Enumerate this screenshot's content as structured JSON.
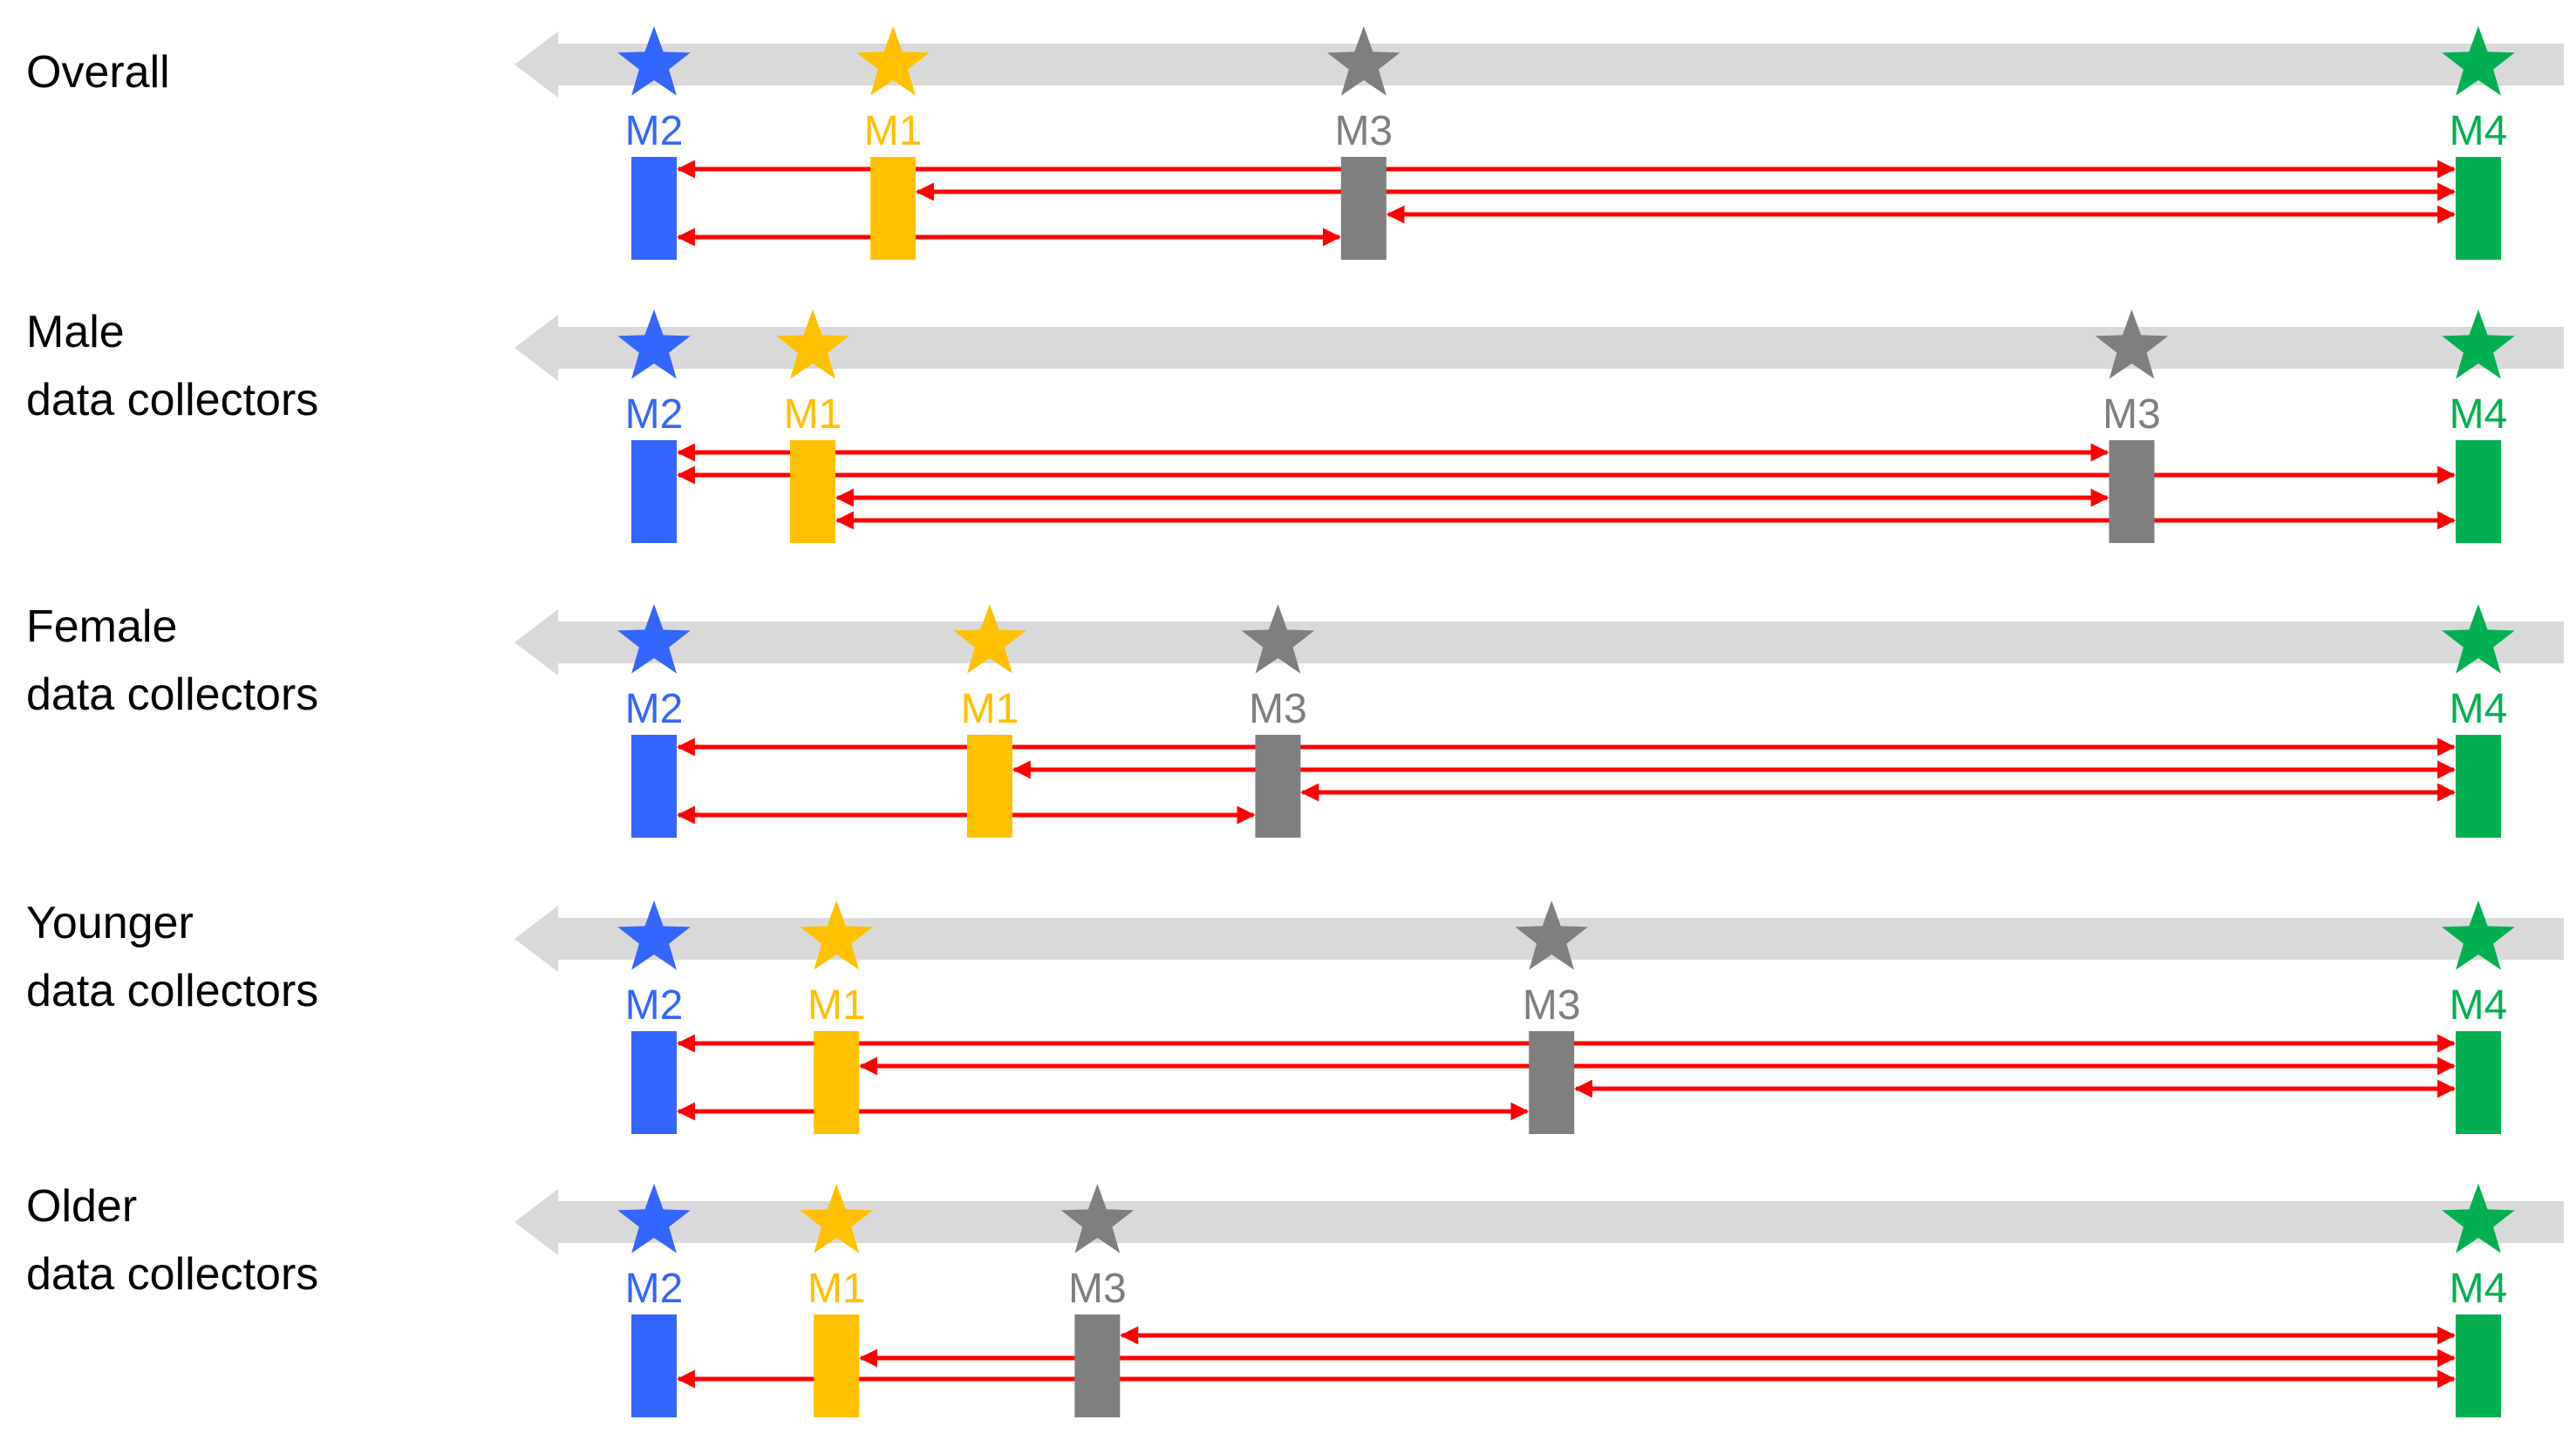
{
  "colors": {
    "M1": "#FFC000",
    "M2": "#3366FF",
    "M3": "#7F7F7F",
    "M4": "#00B050",
    "track": "#D9D9D9",
    "arrow": "#FF0000"
  },
  "rows": [
    {
      "label_lines": [
        "Overall"
      ],
      "markers": [
        {
          "id": "M2",
          "text": "M2",
          "pos": 0.0
        },
        {
          "id": "M1",
          "text": "M1",
          "pos": 0.131
        },
        {
          "id": "M3",
          "text": "M3",
          "pos": 0.389
        },
        {
          "id": "M4",
          "text": "M4",
          "pos": 1.0
        }
      ],
      "arrows": [
        {
          "from": "M2",
          "to": "M4",
          "head_from": true,
          "head_to": true,
          "lane": 0
        },
        {
          "from": "M1",
          "to": "M4",
          "head_from": true,
          "head_to": true,
          "lane": 1
        },
        {
          "from": "M3",
          "to": "M4",
          "head_from": true,
          "head_to": true,
          "lane": 2
        },
        {
          "from": "M2",
          "to": "M3",
          "head_from": true,
          "head_to": true,
          "lane": 3
        }
      ]
    },
    {
      "label_lines": [
        "Male",
        "data collectors"
      ],
      "markers": [
        {
          "id": "M2",
          "text": "M2",
          "pos": 0.0
        },
        {
          "id": "M1",
          "text": "M1",
          "pos": 0.087
        },
        {
          "id": "M3",
          "text": "M3",
          "pos": 0.81
        },
        {
          "id": "M4",
          "text": "M4",
          "pos": 1.0
        }
      ],
      "arrows": [
        {
          "from": "M2",
          "to": "M3",
          "head_from": true,
          "head_to": true,
          "lane": 0
        },
        {
          "from": "M2",
          "to": "M4",
          "head_from": true,
          "head_to": true,
          "lane": 1
        },
        {
          "from": "M1",
          "to": "M3",
          "head_from": true,
          "head_to": true,
          "lane": 2
        },
        {
          "from": "M1",
          "to": "M4",
          "head_from": true,
          "head_to": true,
          "lane": 3
        }
      ]
    },
    {
      "label_lines": [
        "Female",
        "data collectors"
      ],
      "markers": [
        {
          "id": "M2",
          "text": "M2",
          "pos": 0.0
        },
        {
          "id": "M1",
          "text": "M1",
          "pos": 0.184
        },
        {
          "id": "M3",
          "text": "M3",
          "pos": 0.342
        },
        {
          "id": "M4",
          "text": "M4",
          "pos": 1.0
        }
      ],
      "arrows": [
        {
          "from": "M2",
          "to": "M4",
          "head_from": true,
          "head_to": true,
          "lane": 0
        },
        {
          "from": "M1",
          "to": "M4",
          "head_from": true,
          "head_to": true,
          "lane": 1
        },
        {
          "from": "M3",
          "to": "M4",
          "head_from": true,
          "head_to": true,
          "lane": 2
        },
        {
          "from": "M2",
          "to": "M3",
          "head_from": true,
          "head_to": true,
          "lane": 3
        }
      ]
    },
    {
      "label_lines": [
        "Younger",
        "data collectors"
      ],
      "markers": [
        {
          "id": "M2",
          "text": "M2",
          "pos": 0.0
        },
        {
          "id": "M1",
          "text": "M1",
          "pos": 0.1
        },
        {
          "id": "M3",
          "text": "M3",
          "pos": 0.492
        },
        {
          "id": "M4",
          "text": "M4",
          "pos": 1.0
        }
      ],
      "arrows": [
        {
          "from": "M2",
          "to": "M4",
          "head_from": true,
          "head_to": true,
          "lane": 0
        },
        {
          "from": "M1",
          "to": "M4",
          "head_from": true,
          "head_to": true,
          "lane": 1
        },
        {
          "from": "M3",
          "to": "M4",
          "head_from": true,
          "head_to": true,
          "lane": 2
        },
        {
          "from": "M2",
          "to": "M3",
          "head_from": true,
          "head_to": true,
          "lane": 3
        }
      ]
    },
    {
      "label_lines": [
        "Older",
        "data collectors"
      ],
      "markers": [
        {
          "id": "M2",
          "text": "M2",
          "pos": 0.0
        },
        {
          "id": "M1",
          "text": "M1",
          "pos": 0.1
        },
        {
          "id": "M3",
          "text": "M3",
          "pos": 0.243
        },
        {
          "id": "M4",
          "text": "M4",
          "pos": 1.0
        }
      ],
      "arrows": [
        {
          "from": "M3",
          "to": "M4",
          "head_from": true,
          "head_to": true,
          "lane": 0
        },
        {
          "from": "M1",
          "to": "M4",
          "head_from": true,
          "head_to": true,
          "lane": 1
        },
        {
          "from": "M2",
          "to": "M4",
          "head_from": true,
          "head_to": true,
          "lane": 2
        }
      ]
    }
  ]
}
